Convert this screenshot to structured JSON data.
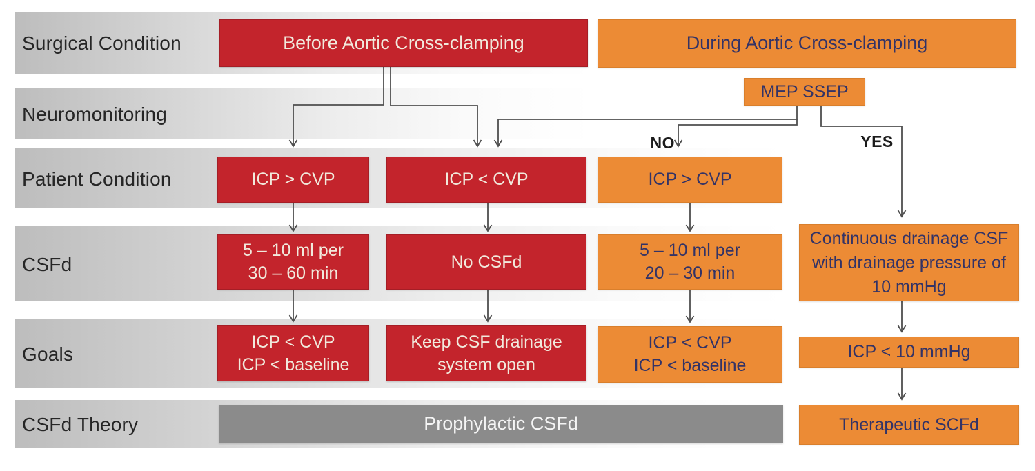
{
  "rows": [
    {
      "label": "Surgical Condition"
    },
    {
      "label": "Neuromonitoring"
    },
    {
      "label": "Patient Condition"
    },
    {
      "label": "CSFd"
    },
    {
      "label": "Goals"
    },
    {
      "label": "CSFd Theory"
    }
  ],
  "nodes": {
    "before_clamping": {
      "label": "Before Aortic Cross-clamping"
    },
    "during_clamping": {
      "label": "During Aortic Cross-clamping"
    },
    "mep_ssep": {
      "label": "MEP SSEP"
    },
    "icp_gt_cvp_before": {
      "label": "ICP > CVP"
    },
    "icp_lt_cvp_before": {
      "label": "ICP < CVP"
    },
    "icp_gt_cvp_during": {
      "label": "ICP > CVP"
    },
    "csfd_before": {
      "label": "5 – 10 ml per\n30 – 60 min"
    },
    "no_csfd": {
      "label": "No CSFd"
    },
    "csfd_during": {
      "label": "5 – 10 ml per\n20 – 30 min"
    },
    "continuous_drainage": {
      "label": "Continuous drainage CSF\nwith drainage pressure of\n10 mmHg"
    },
    "goals_before": {
      "label": "ICP < CVP\nICP < baseline"
    },
    "goals_keep_open": {
      "label": "Keep CSF drainage\nsystem open"
    },
    "goals_during": {
      "label": "ICP < CVP\nICP < baseline"
    },
    "icp_lt_10mmhg": {
      "label": "ICP < 10 mmHg"
    },
    "prophylactic": {
      "label": "Prophylactic CSFd"
    },
    "therapeutic": {
      "label": "Therapeutic SCFd"
    }
  },
  "branch_labels": {
    "no": "NO",
    "yes": "YES"
  },
  "colors": {
    "red": "#C3242C",
    "orange": "#EC8B35",
    "gray_box": "#8B8B8B",
    "band_dark": "#BDBDBD",
    "line": "#4F4F4F",
    "red_text": "#F1E9DC",
    "orange_text": "#333366",
    "label_text": "#262626"
  }
}
